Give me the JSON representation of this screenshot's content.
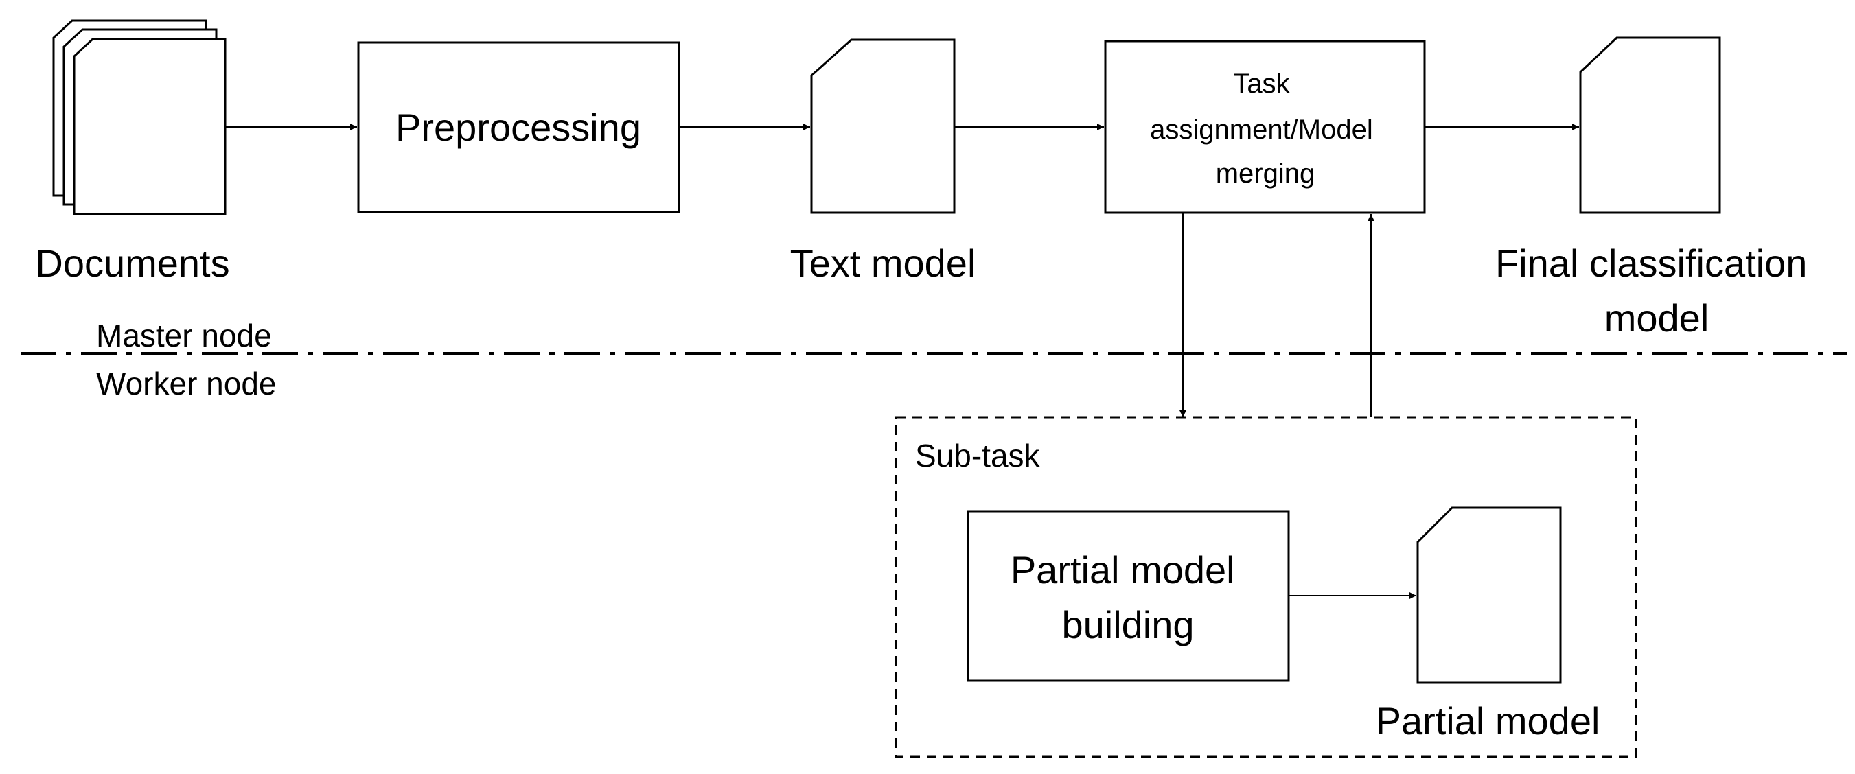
{
  "nodes": {
    "documents": "Documents",
    "preprocessing": "Preprocessing",
    "text_model": "Text model",
    "task_merge": [
      "Task",
      "assignment/Model",
      "merging"
    ],
    "final_model": [
      "Final classification",
      "model"
    ],
    "partial_building": [
      "Partial model",
      "building"
    ],
    "partial_model": "Partial model"
  },
  "regions": {
    "master": "Master node",
    "worker": "Worker node",
    "subtask": "Sub-task"
  }
}
